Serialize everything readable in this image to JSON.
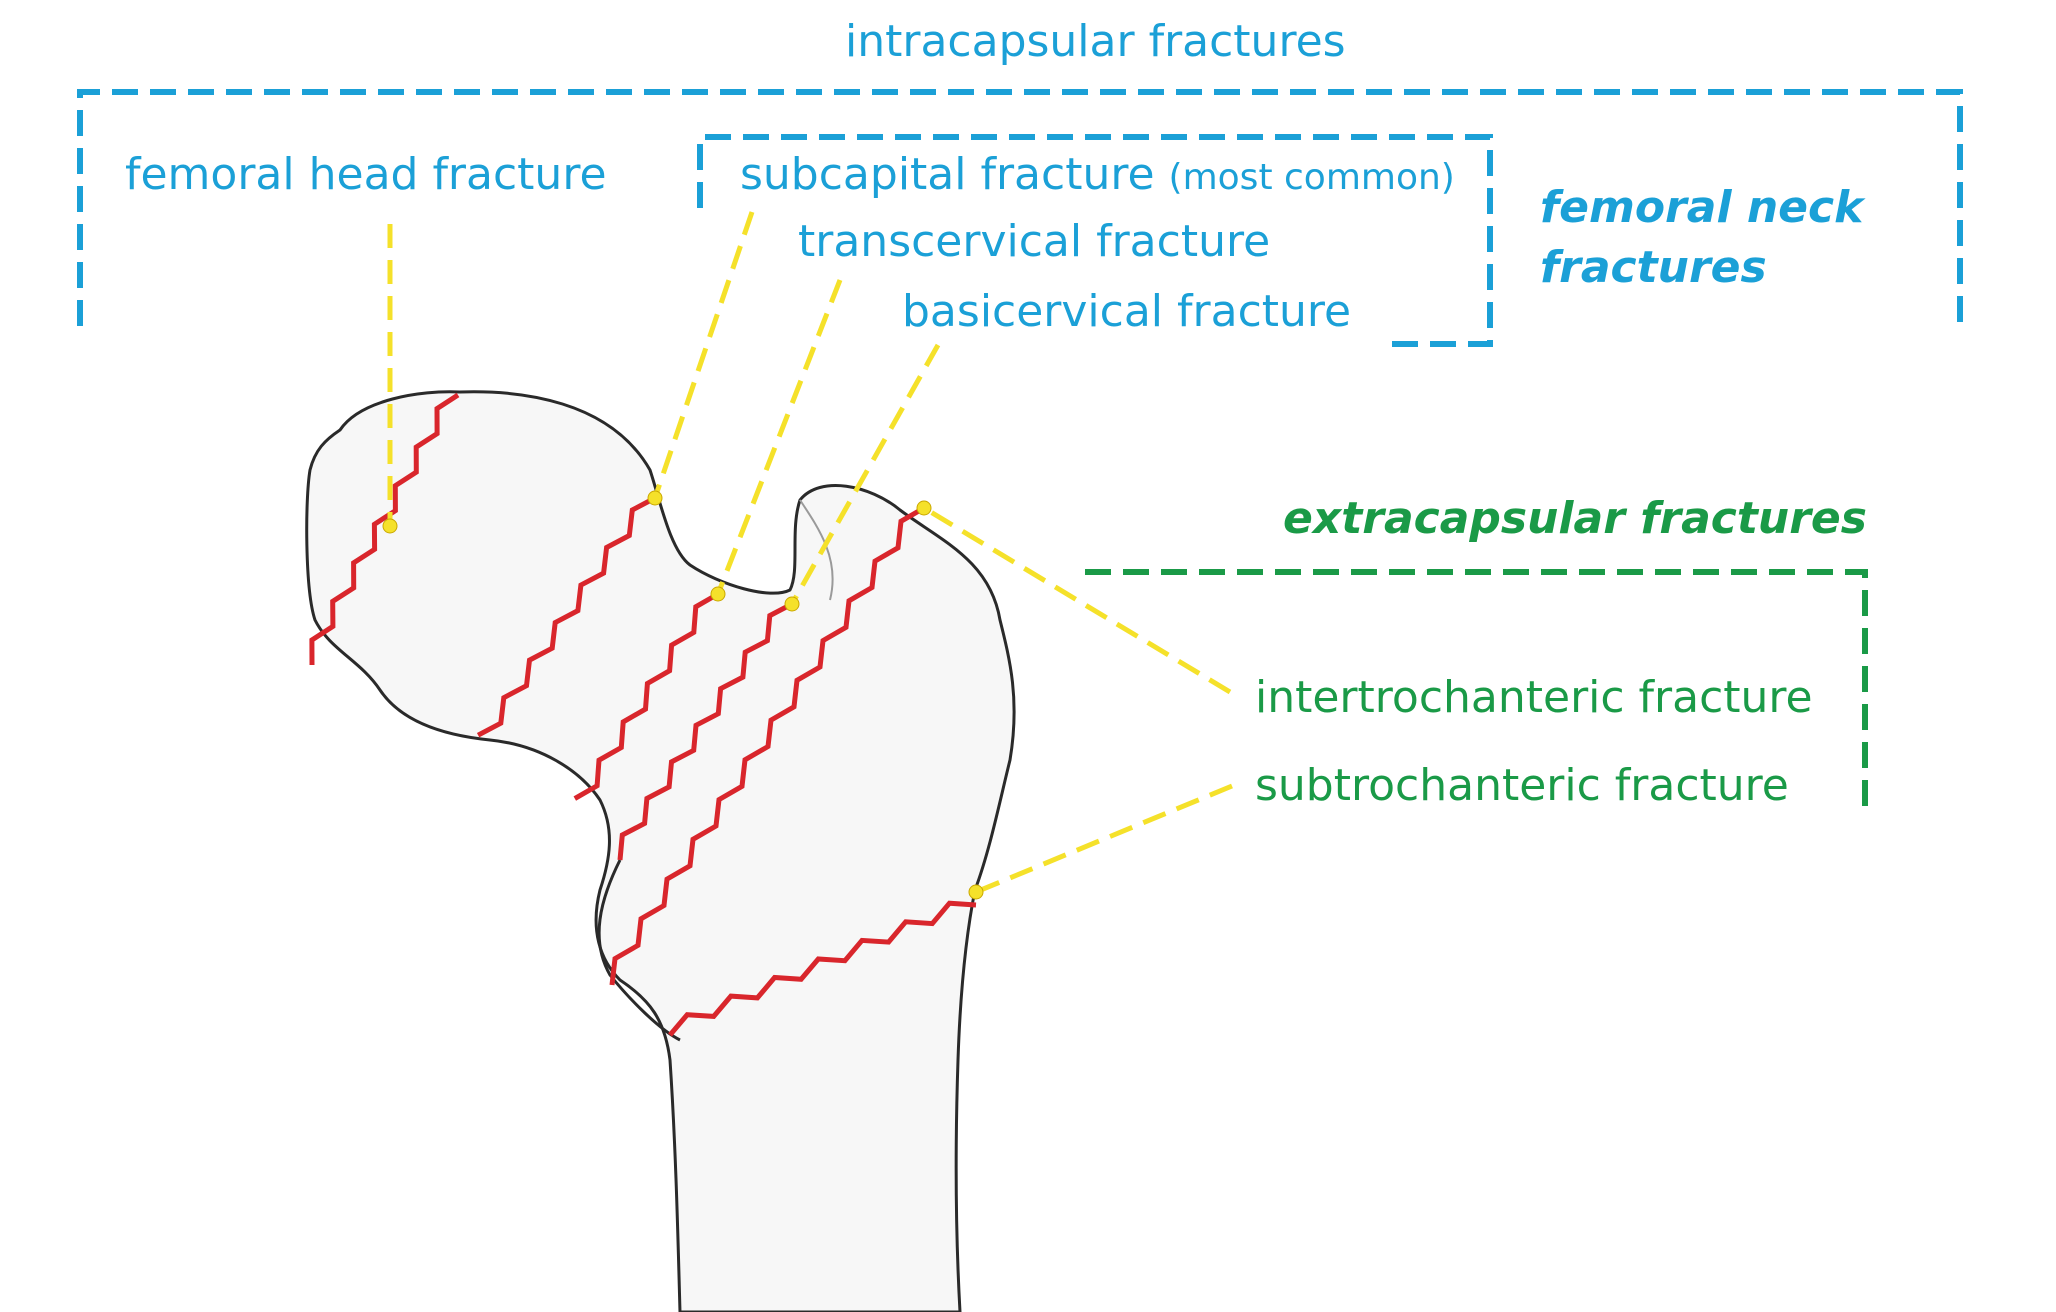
{
  "colors": {
    "intracapsular": "#1ba0d7",
    "extracapsular": "#1a9a47",
    "leader": "#f5e12a",
    "fracture_line": "#d9262c",
    "bone_outline": "#2a2a2a"
  },
  "labels": {
    "intracapsular_title": "intracapsular fractures",
    "femoral_head": "femoral head fracture",
    "subcapital": "subcapital fracture",
    "subcapital_note": "(most common)",
    "transcervical": "transcervical fracture",
    "basicervical": "basicervical fracture",
    "femoral_neck_line1": "femoral neck",
    "femoral_neck_line2": "fractures",
    "extracapsular_title": "extracapsular fractures",
    "intertrochanteric": "intertrochanteric fracture",
    "subtrochanteric": "subtrochanteric fracture"
  }
}
